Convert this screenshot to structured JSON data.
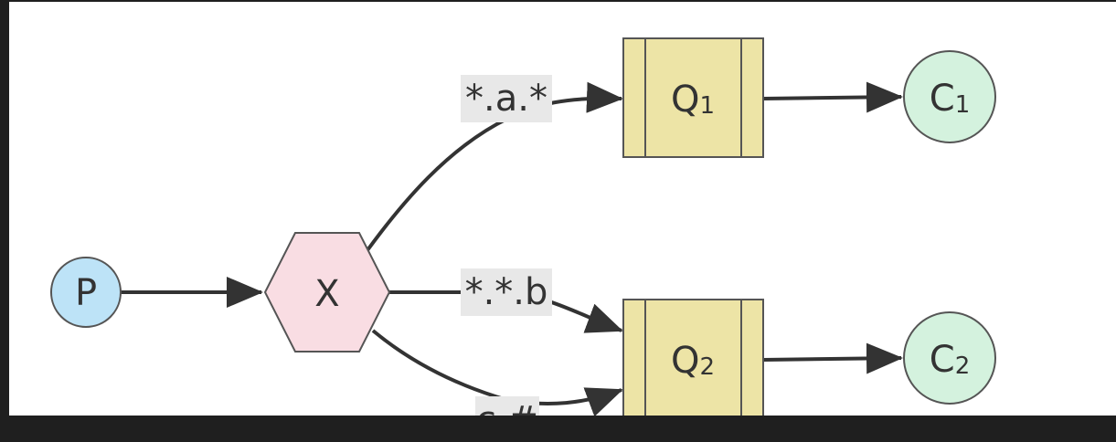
{
  "diagram": {
    "nodes": {
      "producer": {
        "label": "P",
        "color": "#bde3f7"
      },
      "exchange": {
        "label": "X",
        "color": "#f9dde3"
      },
      "queue1": {
        "label": "Q",
        "sub": "1",
        "color": "#ede4a6"
      },
      "queue2": {
        "label": "Q",
        "sub": "2",
        "color": "#ede4a6"
      },
      "consumer1": {
        "label": "C",
        "sub": "1",
        "color": "#d4f2de"
      },
      "consumer2": {
        "label": "C",
        "sub": "2",
        "color": "#d4f2de"
      }
    },
    "edges": {
      "x_q1": {
        "label": "*.a.*"
      },
      "x_q2_b": {
        "label": "*.*.b"
      },
      "x_q2_c": {
        "label": "c.#"
      }
    },
    "colors": {
      "stroke": "#333333",
      "node_border": "#555555",
      "label_bg": "#e8e8e8"
    }
  }
}
